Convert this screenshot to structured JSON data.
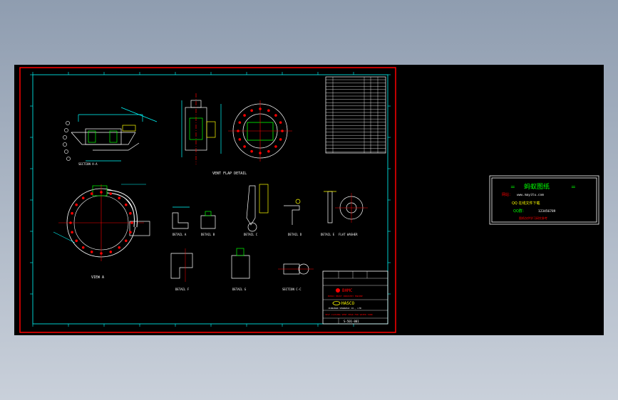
{
  "colors": {
    "background": "#000000",
    "border": "#ff0000",
    "cyan": "#00ffff",
    "white": "#ffffff",
    "red": "#ff0000",
    "green": "#00ff00",
    "yellow": "#ffff00"
  },
  "drawing": {
    "views": {
      "side_view": "SECTION A-A",
      "flange_plate": "VENT FLAP DETAIL",
      "main_view": "VIEW A",
      "detail_a": "DETAIL A",
      "detail_b": "DETAIL B",
      "detail_c": "DETAIL C",
      "detail_d": "DETAIL D",
      "detail_e": "DETAIL E",
      "detail_f": "DETAIL F",
      "detail_g": "DETAIL G",
      "detail_h": "SECTION C-C",
      "flat_washer": "FLAT WASHER"
    },
    "title_block": {
      "company1_logo": "BHMC",
      "company1_name": "BOHAI HEAVY INDUSTRY MARINE",
      "company2_logo": "HASCO",
      "company2_name": "JIANGNAN SHANGHAI CO., LTD",
      "drawing_title": "SELF-CLOSING VENT HEAD FOR WATER TANK",
      "drawing_no": "S-501-001"
    }
  },
  "stamp": {
    "title": "蚂蚁图纸",
    "line1_label": "网站：",
    "line1_value": "www.mayitu.com",
    "line2": "QQ 在线文件下载",
    "line3_label": "QQ群：",
    "line3_value": "123456789",
    "line4": "图纸仅供学习研究参考"
  }
}
